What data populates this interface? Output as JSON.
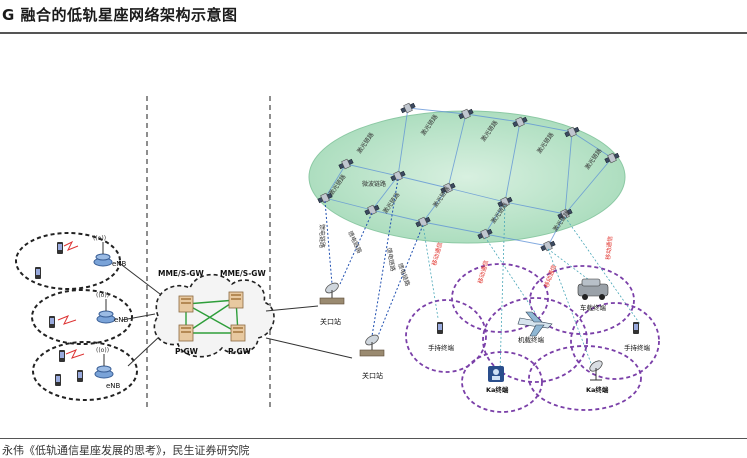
{
  "header": {
    "title": "G 融合的低轨星座网络架构示意图"
  },
  "footer": {
    "source": "永伟《低轨通信星座发展的思考》，民生证券研究院"
  },
  "ground_core": {
    "cells": [
      {
        "label": "eNB",
        "mark": "((o))"
      },
      {
        "label": "eNB",
        "mark": "((o))"
      },
      {
        "label": "eNB",
        "mark": "((o))"
      }
    ],
    "mme_labels": [
      "MME/S-GW",
      "MME/S-GW"
    ],
    "pgw_labels": [
      "P-GW",
      "P-GW"
    ]
  },
  "gateways": [
    "关口站",
    "关口站"
  ],
  "space_links": {
    "laser": "激光链路",
    "microwave": "微波链路",
    "feeder": "馈电链路",
    "mobile": "移动通信",
    "user": "用户链路"
  },
  "terminals": {
    "handheld_left": "手持终端",
    "airborne": "机载终端",
    "vehicle": "车载终端",
    "handheld_right": "手持终端",
    "ka_left": "Ka终端",
    "ka_right": "Ka终端"
  },
  "colors": {
    "orbit_fill": "#bfe6cf",
    "laser_link": "#5b8fd6",
    "cell_dash": "#7a3fa8",
    "mobile_label": "#e0302a",
    "green_link": "#2e9e3a"
  }
}
